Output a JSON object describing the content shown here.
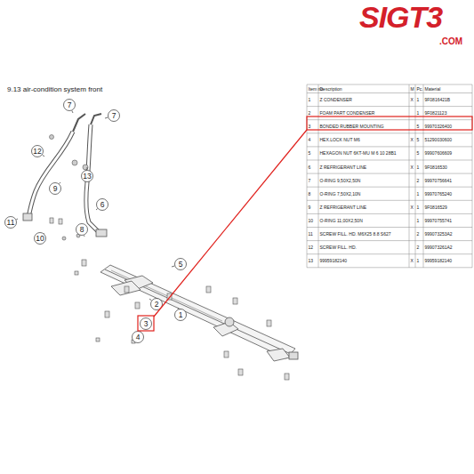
{
  "diagram": {
    "title": "9.13  air-condition system front",
    "labels": [
      "SIGT3",
      ".COM",
      "7",
      "7",
      "12",
      "13",
      "9",
      "6",
      "11",
      "10",
      "8",
      "5",
      "2",
      "3",
      "4",
      "1",
      "Item no.",
      "Description",
      "M",
      "Pc.",
      "Material",
      "1",
      "Z CONDENSER",
      "X",
      "1",
      "9F0816421B",
      "2",
      "FOAM PART CONDENSER",
      "1",
      "9F0821123",
      "3",
      "BONDED RUBBER MOUNTING",
      "5",
      "99970326400",
      "4",
      "HEX.LOCK NUT M6",
      "X",
      "5",
      "51290030600",
      "5",
      "HEXAGON NUT 6KT-MU M 6 10 28B1",
      "5",
      "99907606609",
      "6",
      "Z REFRIGERANT LINE",
      "X",
      "1",
      "9F0816530",
      "7",
      "O-RING 9,50X2,50N",
      "2",
      "99970756641",
      "8",
      "O-RING 7,50X2,10N",
      "1",
      "99970765240",
      "9",
      "Z REFRIGERANT LINE",
      "X",
      "1",
      "9F0816529",
      "10",
      "O-RING 11,00X2,50N",
      "1",
      "99970755741",
      "11",
      "SCREW FILL. HD. M6X25 8.8 S627",
      "2",
      "999073253A2",
      "12",
      "SCREW FILL. HD.",
      "2",
      "999073261A2",
      "13",
      "99959182140",
      "X",
      "1",
      "99959182140"
    ]
  }
}
